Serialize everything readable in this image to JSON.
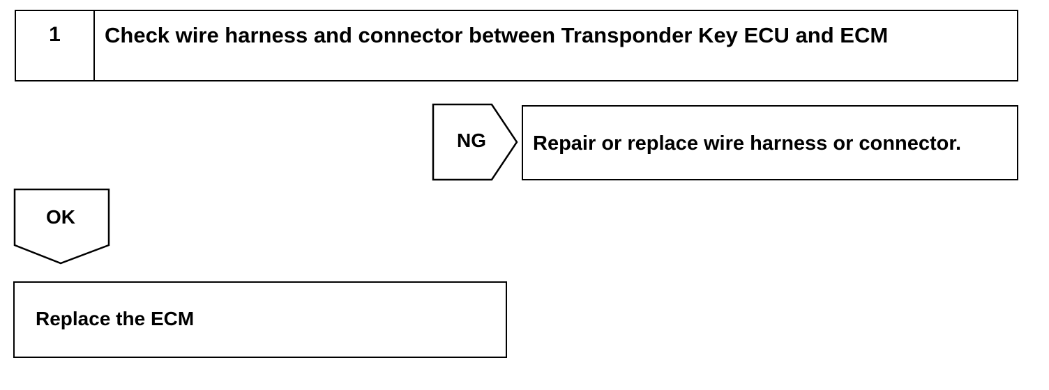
{
  "step": {
    "number": "1",
    "title": "Check wire harness and connector between Transponder Key ECU and ECM"
  },
  "ng_branch": {
    "label": "NG",
    "action": "Repair or replace wire harness or connector."
  },
  "ok_branch": {
    "label": "OK"
  },
  "result": {
    "action": "Replace the ECM"
  }
}
